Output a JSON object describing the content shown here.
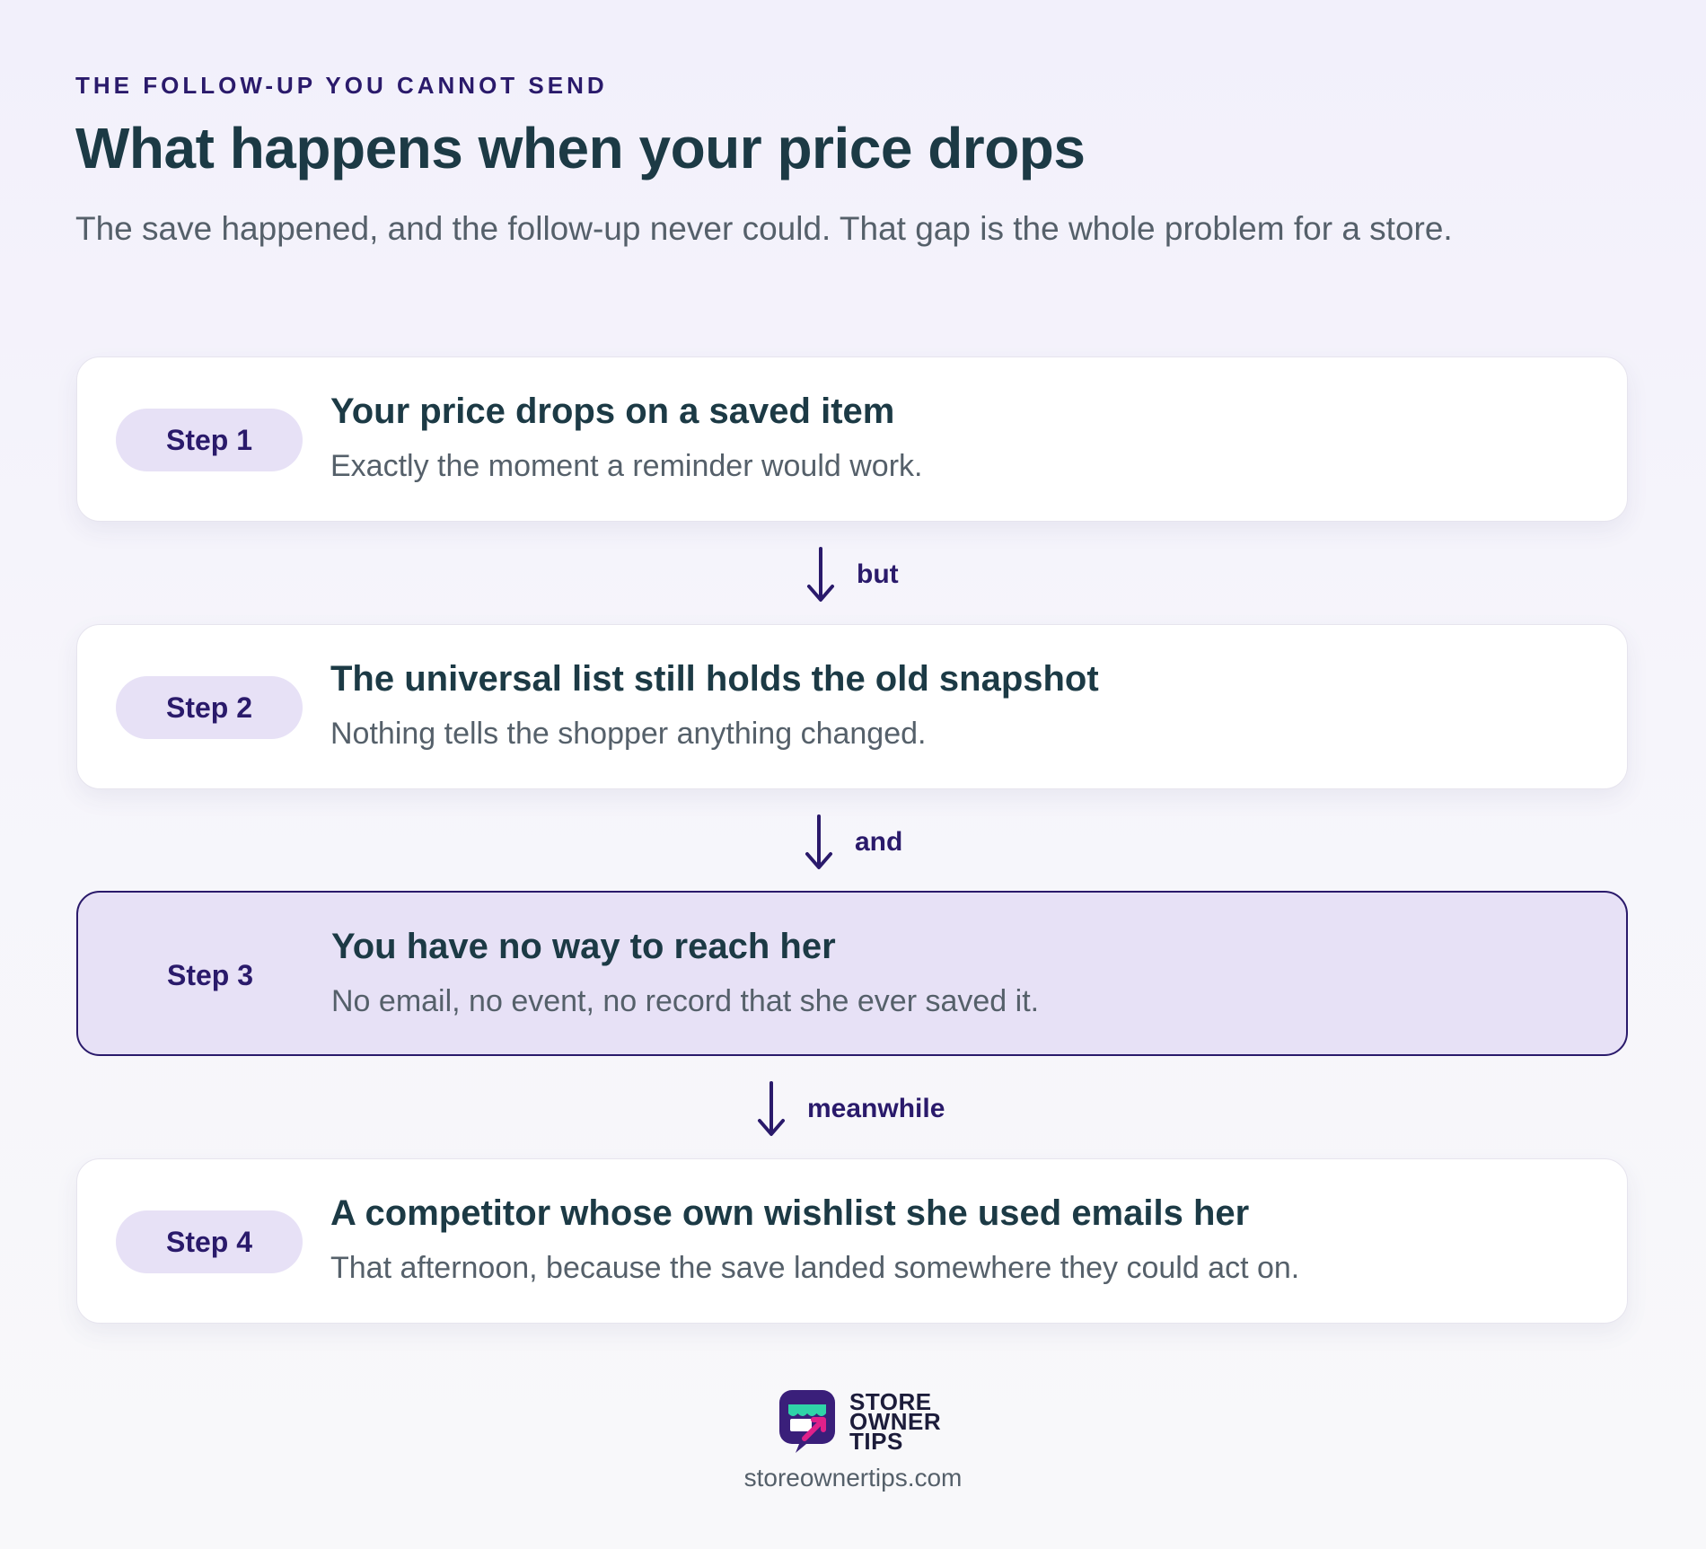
{
  "header": {
    "eyebrow": "THE FOLLOW-UP YOU CANNOT SEND",
    "title": "What happens when your price drops",
    "subtitle": "The save happened, and the follow-up never could. That gap is the whole problem for a store."
  },
  "steps": [
    {
      "label": "Step 1",
      "title": "Your price drops on a saved item",
      "description": "Exactly the moment a reminder would work."
    },
    {
      "label": "Step 2",
      "title": "The universal list still holds the old snapshot",
      "description": "Nothing tells the shopper anything changed."
    },
    {
      "label": "Step 3",
      "title": "You have no way to reach her",
      "description": "No email, no event, no record that she ever saved it."
    },
    {
      "label": "Step 4",
      "title": "A competitor whose own wishlist she used emails her",
      "description": "That afternoon, because the save landed somewhere they could act on."
    }
  ],
  "connectors": [
    "but",
    "and",
    "meanwhile"
  ],
  "footer": {
    "logo_lines": [
      "STORE",
      "OWNER",
      "TIPS"
    ],
    "site": "storeownertips.com"
  },
  "colors": {
    "accent": "#2a1a6b",
    "heading": "#1c3a45",
    "highlight_bg": "#e7e1f6"
  }
}
